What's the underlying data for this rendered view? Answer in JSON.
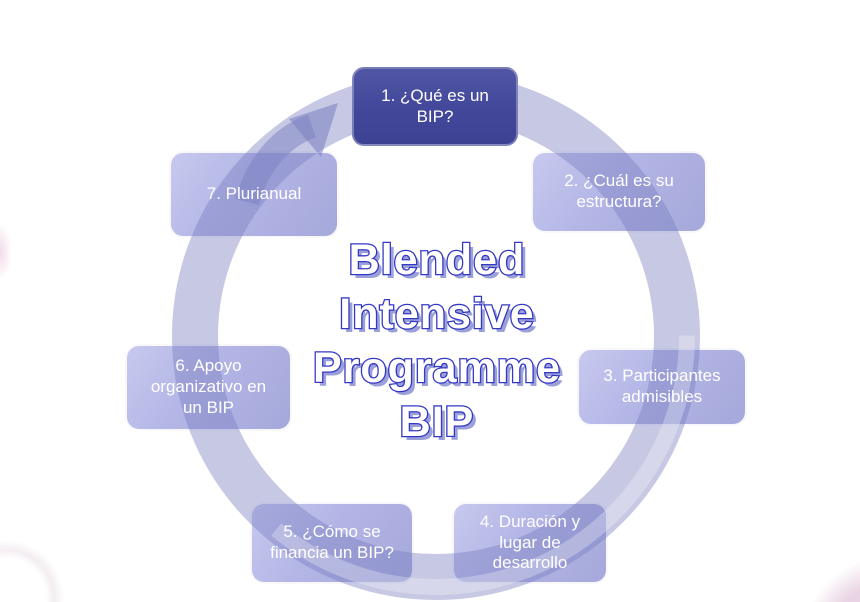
{
  "diagram": {
    "title_lines": [
      "Blended",
      "Intensive",
      "Programme",
      "BIP"
    ],
    "steps": [
      {
        "id": 1,
        "label": "1. ¿Qué es un\nBIP?",
        "highlighted": true
      },
      {
        "id": 2,
        "label": "2. ¿Cuál es su\nestructura?",
        "highlighted": false
      },
      {
        "id": 3,
        "label": "3. Participantes\nadmisibles",
        "highlighted": false
      },
      {
        "id": 4,
        "label": "4. Duración y\nlugar de\ndesarrollo",
        "highlighted": false
      },
      {
        "id": 5,
        "label": "5. ¿Cómo se\nfinancia un BIP?",
        "highlighted": false
      },
      {
        "id": 6,
        "label": "6. Apoyo\norganizativo en\nun BIP",
        "highlighted": false
      },
      {
        "id": 7,
        "label": "7. Plurianual",
        "highlighted": false
      }
    ],
    "colors": {
      "step_highlight": "#454a96",
      "step_normal": "#b4b6e6",
      "ring": "#c6c8e8",
      "title_fill": "#ffffff",
      "title_outline": "#3438c4",
      "title_shadow": "#9ba0d9",
      "corner_blob_pink": "#e8d1e2"
    }
  }
}
